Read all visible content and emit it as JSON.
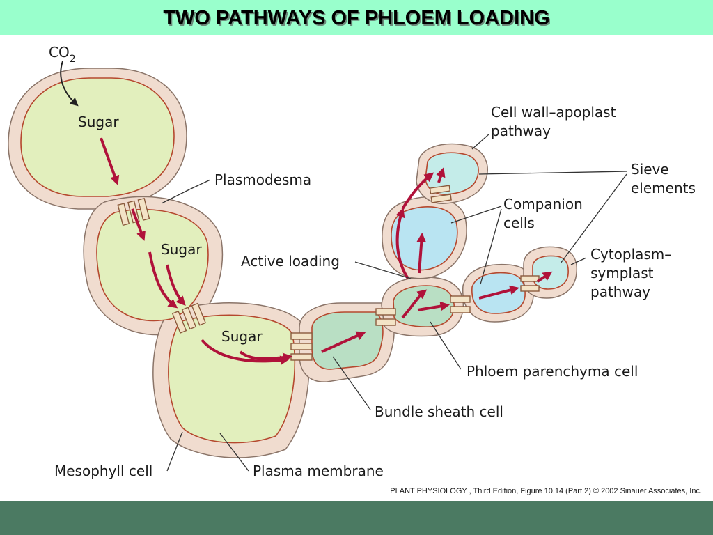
{
  "title": "TWO PATHWAYS OF PHLOEM LOADING",
  "labels": {
    "co2": "CO",
    "co2_subscript": "2",
    "sugar_1": "Sugar",
    "sugar_2": "Sugar",
    "sugar_3": "Sugar",
    "plasmodesma": "Plasmodesma",
    "cell_wall_apoplast_line1": "Cell wall–apoplast",
    "cell_wall_apoplast_line2": "pathway",
    "sieve_elements_line1": "Sieve",
    "sieve_elements_line2": "elements",
    "companion_cells_line1": "Companion",
    "companion_cells_line2": "cells",
    "active_loading": "Active loading",
    "cytoplasm_symplast_line1": "Cytoplasm–",
    "cytoplasm_symplast_line2": "symplast",
    "cytoplasm_symplast_line3": "pathway",
    "phloem_parenchyma_cell": "Phloem parenchyma cell",
    "bundle_sheath_cell": "Bundle sheath cell",
    "mesophyll_cell": "Mesophyll cell",
    "plasma_membrane": "Plasma membrane"
  },
  "credit": "PLANT PHYSIOLOGY , Third Edition, Figure 10.14 (Part 2)  © 2002 Sinauer Associates, Inc.",
  "colors": {
    "title_bar": "#99ffcc",
    "footer_bar": "#4b7a62",
    "cell_wall": "#f0dccf",
    "mesophyll_cytoplasm": "#e2efbd",
    "bundle_sheath_cytoplasm": "#b9dfc4",
    "companion_cell_cytoplasm": "#b9e4f2",
    "sieve_element_cytoplasm": "#c4ece9",
    "plasma_membrane": "#b5482e",
    "sugar_flow_arrow": "#b0123a"
  }
}
